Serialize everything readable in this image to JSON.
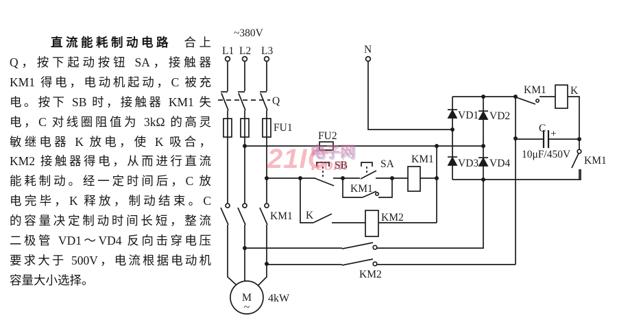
{
  "article": {
    "title": "直流能耗制动电路",
    "lines": [
      "合上",
      "Q，按下起动按钮 SA，接触器",
      "KM1 得电，电动机起动，C 被充",
      "电。按下 SB 时，接触器 KM1 失",
      "电，C 对线圈阻值为 3kΩ 的高灵",
      "敏继电器 K 放电，使 K 吸合，",
      "KM2 接触器得电，从而进行直流",
      "能耗制动。经一定时间后，C 放",
      "电完毕，K 释放，制动结束。C",
      "的容量决定制动时间长短，整流",
      "二极管 VD1～VD4 反向击穿电压",
      "要求大于 500V，电流根据电动机",
      "容量大小选择。"
    ]
  },
  "schematic": {
    "labels": {
      "voltage": "~380V",
      "l1": "L1",
      "l2": "L2",
      "l3": "L3",
      "n": "N",
      "q": "Q",
      "fu1": "FU1",
      "fu2": "FU2",
      "sb": "SB",
      "sa": "SA",
      "km1": "KM1",
      "km2": "KM2",
      "k": "K",
      "c": "C",
      "plus": "+",
      "cap_rating": "10μF/450V",
      "vd1": "VD1",
      "vd2": "VD2",
      "vd3": "VD3",
      "vd4": "VD4",
      "motor": "M",
      "motor_wave": "~",
      "motor_power": "4kW"
    },
    "colors": {
      "ink": "#1b1b1b",
      "paper": "#ffffff",
      "watermark_pink": "#ec5a6e",
      "watermark_blue": "#8296e1"
    }
  },
  "watermark": {
    "brand": "21IC",
    "site": "电子网",
    "tld": ".com"
  }
}
